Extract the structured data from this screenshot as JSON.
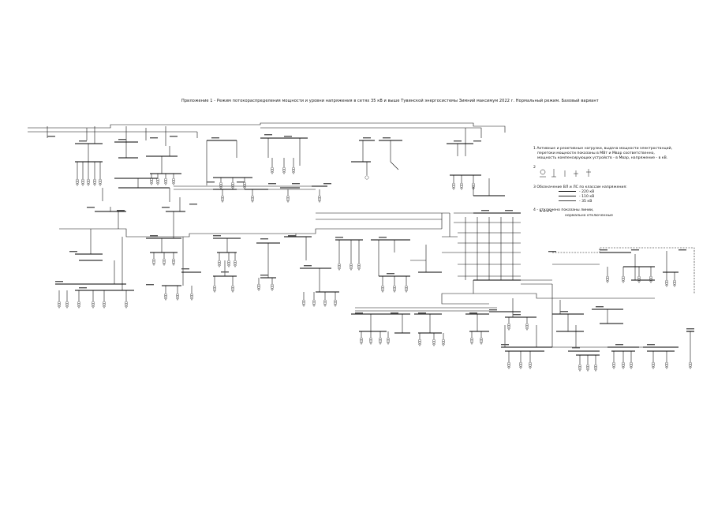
{
  "title": "Приложение 1 - Режим потокораспределения мощности и уровни напряжения в сетях 35 кВ и выше Тувинской энергосистемы Зимний максимум 2022 г. Нормальный режим. Базовый вариант",
  "legend": {
    "item1_line1": "1 Активные и реактивные нагрузки, выдача мощности электростанций,",
    "item1_line2": "перетоки мощности показаны в МВт и Мвар соответственно,",
    "item1_line3": "мощность компенсирующих устройств - в Мвар, напряжение - в кВ.",
    "item2": "2",
    "item3": "3 Обозначение ВЛ и ЛС по классам напряжения:",
    "class_220": "- 220 кВ",
    "class_110": "- 110 кВ",
    "class_35": "- 35 кВ",
    "item4_line1": "4         - отключено показаны линии,",
    "item4_line2": "нормально отключенные"
  },
  "colors": {
    "line": "#111111",
    "bus": "#000000",
    "label": "#222222"
  }
}
